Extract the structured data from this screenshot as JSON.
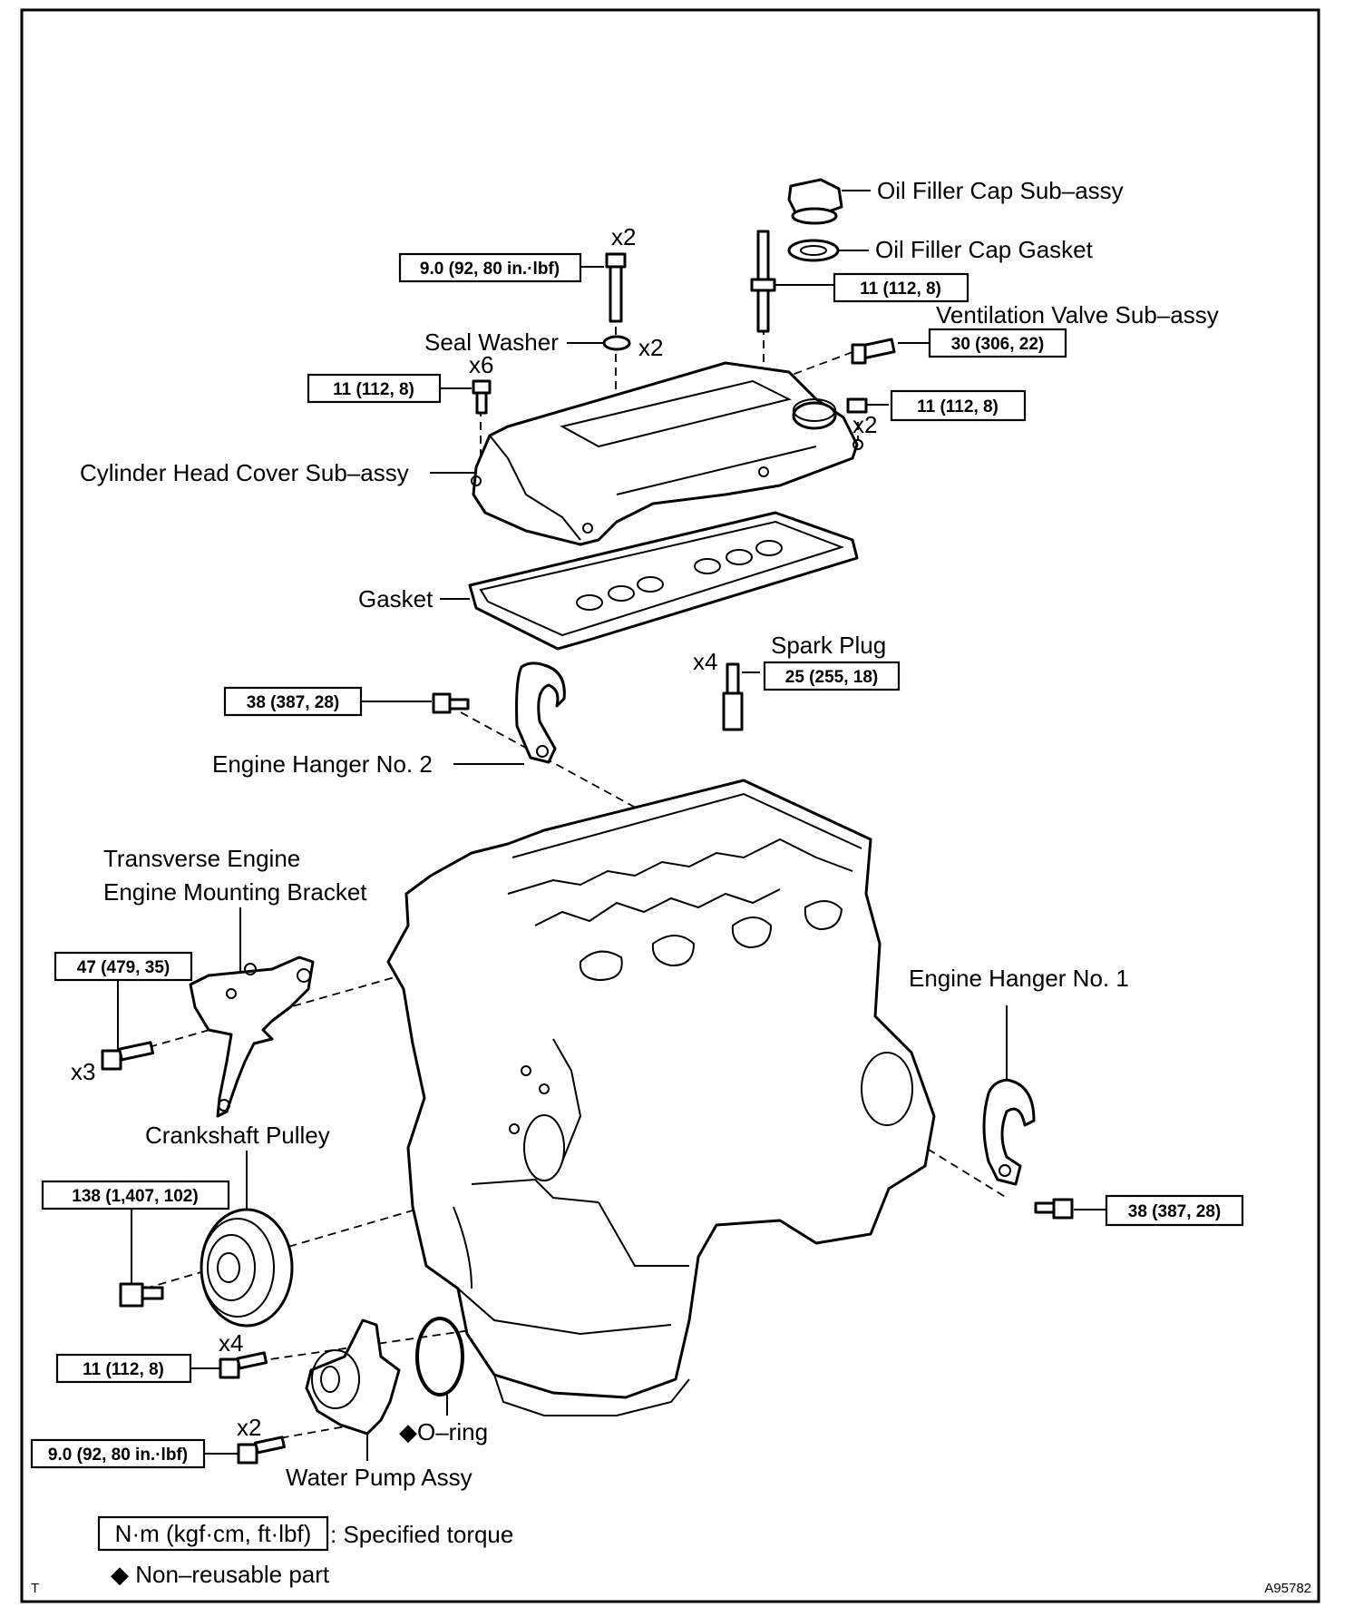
{
  "parts": {
    "oil_filler_cap": "Oil Filler Cap Sub–assy",
    "oil_filler_cap_gasket": "Oil Filler Cap Gasket",
    "ventilation_valve": "Ventilation Valve Sub–assy",
    "seal_washer": "Seal Washer",
    "cylinder_head_cover": "Cylinder Head Cover Sub–assy",
    "gasket": "Gasket",
    "spark_plug": "Spark Plug",
    "engine_hanger_2": "Engine Hanger No. 2",
    "mounting_bracket_line1": "Transverse Engine",
    "mounting_bracket_line2": "Engine Mounting Bracket",
    "engine_hanger_1": "Engine Hanger No. 1",
    "crankshaft_pulley": "Crankshaft Pulley",
    "o_ring": "◆O–ring",
    "water_pump": "Water Pump Assy"
  },
  "torques": {
    "top_bolt": "9.0 (92, 80 in.·lbf)",
    "stud": "11 (112, 8)",
    "vent_valve": "30 (306, 22)",
    "cover_bolts": "11 (112, 8)",
    "cover_nuts": "11 (112, 8)",
    "spark_plug": "25 (255, 18)",
    "hanger_2": "38 (387, 28)",
    "bracket": "47 (479, 35)",
    "hanger_1": "38 (387, 28)",
    "pulley": "138 (1,407, 102)",
    "water_pump_bolts": "11 (112, 8)",
    "water_pump_nuts": "9.0 (92, 80 in.·lbf)"
  },
  "quantities": {
    "top_bolt": "x2",
    "seal_washer": "x2",
    "cover_bolts": "x6",
    "cover_nuts": "x2",
    "spark_plug": "x4",
    "bracket": "x3",
    "water_pump_bolts": "x4",
    "water_pump_nuts": "x2"
  },
  "legend": {
    "unit": "N·m (kgf·cm, ft·lbf)",
    "torque_text": ": Specified torque",
    "nonreusable": "◆ Non–reusable part"
  },
  "corner": {
    "left": "T",
    "code": "A95782"
  }
}
